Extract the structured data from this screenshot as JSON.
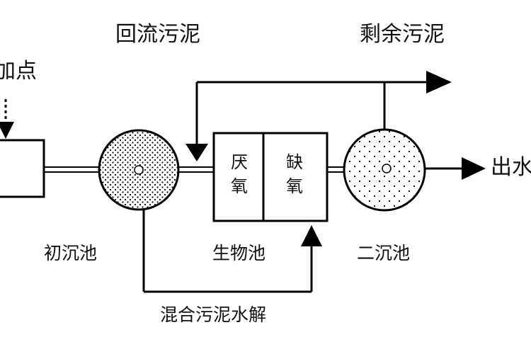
{
  "labels": {
    "return_sludge": "回流污泥",
    "excess_sludge": "剩余污泥",
    "dosing_point": "加点",
    "outlet": "出水",
    "primary_clarifier": "初沉池",
    "bio_tank": "生物池",
    "secondary_clarifier": "二沉池",
    "mixed_sludge_hydrolysis": "混合污泥水解",
    "anoxic_zone_char1": "缺",
    "anoxic_zone_char2": "氧",
    "left_zone_char1": "厌",
    "left_zone_char2": "氧"
  },
  "colors": {
    "line": "#000000",
    "background": "#ffffff"
  }
}
